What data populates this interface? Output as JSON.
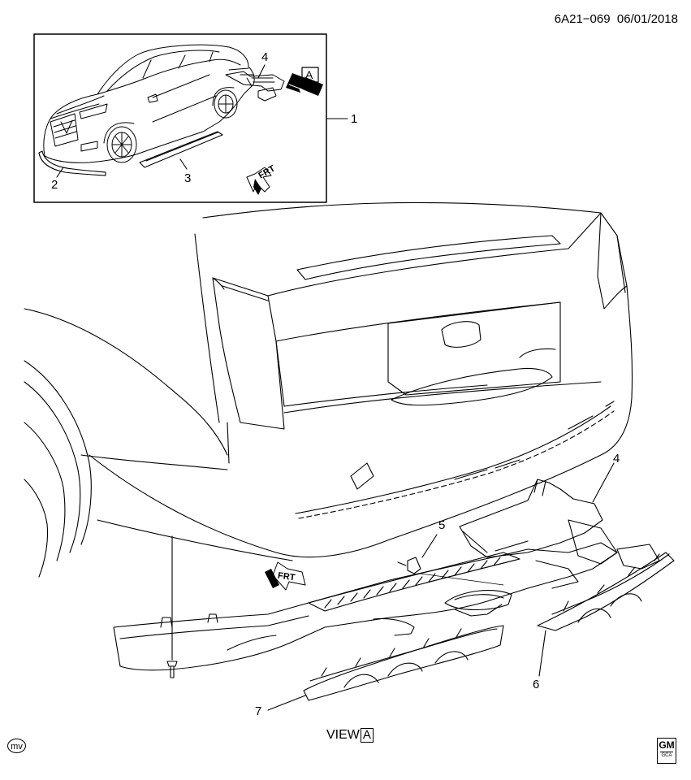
{
  "diagram_code": "6A21−069",
  "diagram_date": "06/01/2018",
  "view_label": "VIEW",
  "view_letter": "A",
  "overview_view_letter": "A",
  "frt_label": "FRT",
  "callouts": {
    "c1": "1",
    "c2": "2",
    "c3": "3",
    "c4_overview": "4",
    "c4": "4",
    "c5": "5",
    "c6": "6",
    "c7": "7"
  },
  "logos": {
    "mv_mark": "mv",
    "gm_mark": "GM",
    "gm_sub": "GCA"
  },
  "colors": {
    "line": "#000000",
    "background": "#ffffff",
    "arrow_fill": "#000000"
  }
}
